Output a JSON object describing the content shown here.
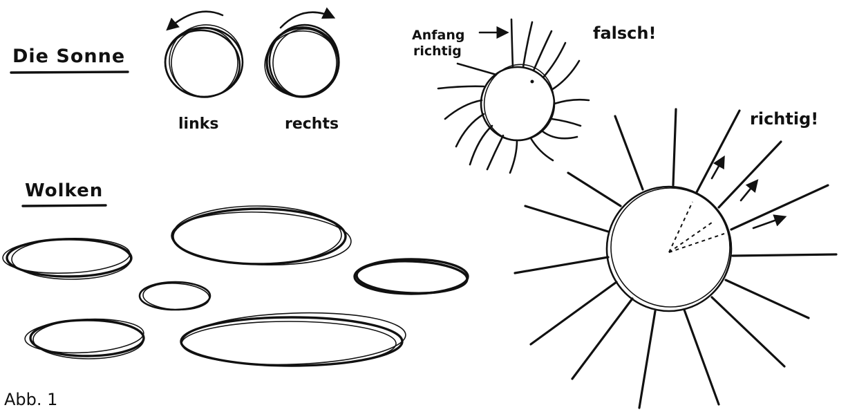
{
  "labels": {
    "sun_heading": "Die Sonne",
    "clouds_heading": "Wolken",
    "left": "links",
    "right": "rechts",
    "start_line1": "Anfang",
    "start_line2": "richtig",
    "wrong": "falsch!",
    "correct": "richtig!",
    "figure": "Abb. 1"
  }
}
